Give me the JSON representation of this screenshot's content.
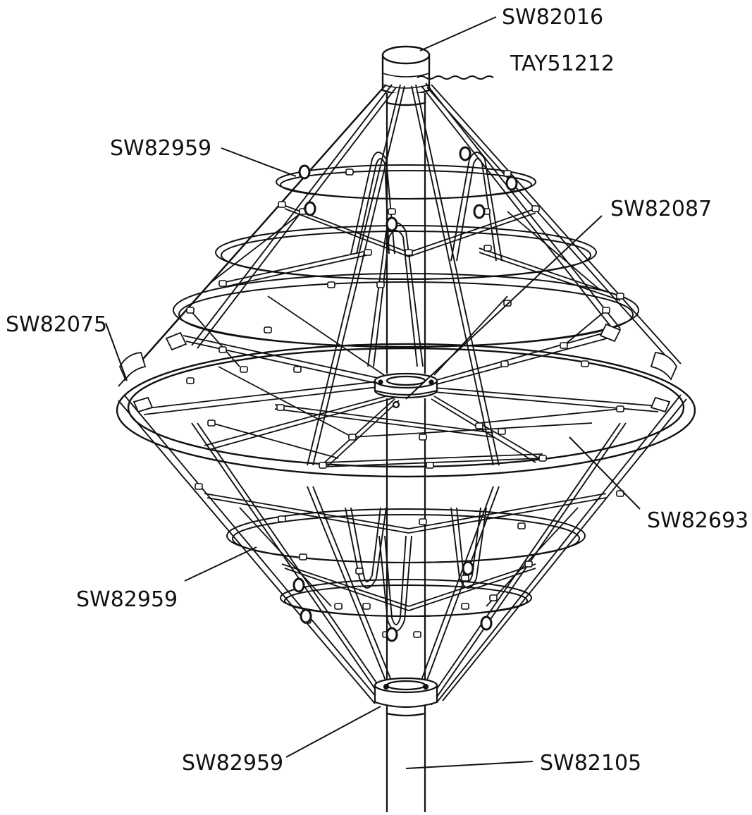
{
  "labels": {
    "cap": "SW82016",
    "cap_screw": "TAY51212",
    "upper_net_rope": "SW82959",
    "center_hub": "SW82087",
    "ring_joint": "SW82075",
    "net_rope": "SW82693",
    "lower_net_rope": "SW82959",
    "bottom_hub": "SW82959",
    "post": "SW82105"
  },
  "colors": {
    "line": "#111111",
    "background": "#ffffff"
  }
}
